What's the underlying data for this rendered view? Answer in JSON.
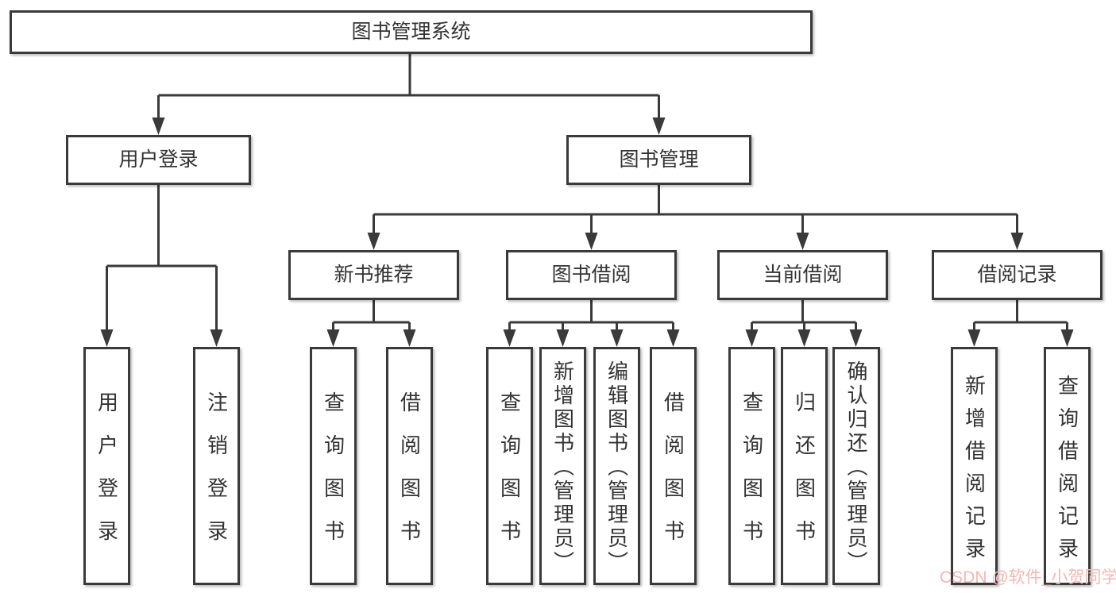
{
  "tree": {
    "root": {
      "label": "图书管理系统"
    },
    "children": [
      {
        "label": "用户登录",
        "children": [
          {
            "label": "用户登录"
          },
          {
            "label": "注销登录"
          }
        ]
      },
      {
        "label": "图书管理",
        "children": [
          {
            "label": "新书推荐",
            "children": [
              {
                "label": "查询图书"
              },
              {
                "label": "借阅图书"
              }
            ]
          },
          {
            "label": "图书借阅",
            "children": [
              {
                "label": "查询图书"
              },
              {
                "label": "新增图书（管理员）"
              },
              {
                "label": "编辑图书（管理员）"
              },
              {
                "label": "借阅图书"
              }
            ]
          },
          {
            "label": "当前借阅",
            "children": [
              {
                "label": "查询图书"
              },
              {
                "label": "归还图书"
              },
              {
                "label": "确认归还（管理员）"
              }
            ]
          },
          {
            "label": "借阅记录",
            "children": [
              {
                "label": "新增借阅记录"
              },
              {
                "label": "查询借阅记录"
              }
            ]
          }
        ]
      }
    ]
  },
  "watermark": {
    "text": "CSDN @软件_小贺同学"
  },
  "colors": {
    "line": "#3a3a3a",
    "text": "#333333",
    "box_background": "#ffffff",
    "watermark": "#f3b7b4",
    "page_background": "#ffffff"
  }
}
